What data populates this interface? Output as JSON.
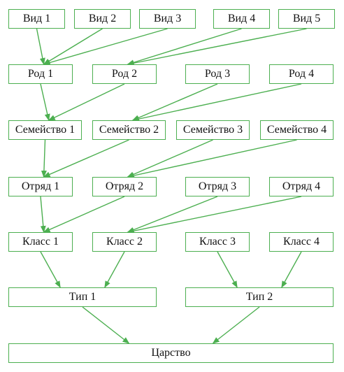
{
  "colors": {
    "accent": "#4caf50",
    "text": "#111111",
    "background": "#ffffff"
  },
  "nodes": {
    "vid1": "Вид 1",
    "vid2": "Вид 2",
    "vid3": "Вид 3",
    "vid4": "Вид 4",
    "vid5": "Вид 5",
    "rod1": "Род 1",
    "rod2": "Род 2",
    "rod3": "Род 3",
    "rod4": "Род 4",
    "sem1": "Семейство 1",
    "sem2": "Семейство 2",
    "sem3": "Семейство 3",
    "sem4": "Семейство 4",
    "otr1": "Отряд 1",
    "otr2": "Отряд 2",
    "otr3": "Отряд 3",
    "otr4": "Отряд 4",
    "kl1": "Класс 1",
    "kl2": "Класс 2",
    "kl3": "Класс 3",
    "kl4": "Класс 4",
    "tip1": "Тип 1",
    "tip2": "Тип 2",
    "king": "Царство"
  },
  "edges": [
    [
      "vid1",
      "rod1"
    ],
    [
      "vid2",
      "rod1"
    ],
    [
      "vid3",
      "rod1"
    ],
    [
      "vid4",
      "rod2"
    ],
    [
      "vid5",
      "rod2"
    ],
    [
      "rod1",
      "sem1"
    ],
    [
      "rod2",
      "sem1"
    ],
    [
      "rod3",
      "sem2"
    ],
    [
      "rod4",
      "sem2"
    ],
    [
      "sem1",
      "otr1"
    ],
    [
      "sem2",
      "otr1"
    ],
    [
      "sem3",
      "otr2"
    ],
    [
      "sem4",
      "otr2"
    ],
    [
      "otr1",
      "kl1"
    ],
    [
      "otr2",
      "kl1"
    ],
    [
      "otr3",
      "kl2"
    ],
    [
      "otr4",
      "kl2"
    ],
    [
      "kl1",
      "tip1"
    ],
    [
      "kl2",
      "tip1"
    ],
    [
      "kl3",
      "tip2"
    ],
    [
      "kl4",
      "tip2"
    ],
    [
      "tip1",
      "king"
    ],
    [
      "tip2",
      "king"
    ]
  ]
}
